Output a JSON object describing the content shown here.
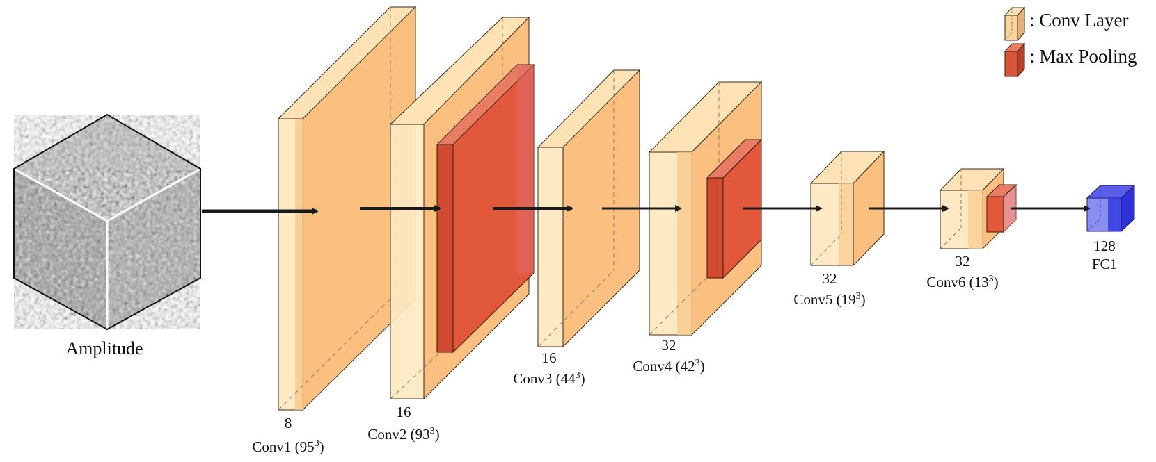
{
  "input": {
    "label": "Amplitude"
  },
  "layers": [
    {
      "id": "conv1",
      "channels": "8",
      "name": "Conv1",
      "size": "95",
      "exp": "3"
    },
    {
      "id": "conv2",
      "channels": "16",
      "name": "Conv2",
      "size": "93",
      "exp": "3"
    },
    {
      "id": "conv3",
      "channels": "16",
      "name": "Conv3",
      "size": "44",
      "exp": "3"
    },
    {
      "id": "conv4",
      "channels": "32",
      "name": "Conv4",
      "size": "42",
      "exp": "3"
    },
    {
      "id": "conv5",
      "channels": "32",
      "name": "Conv5",
      "size": "19",
      "exp": "3"
    },
    {
      "id": "conv6",
      "channels": "32",
      "name": "Conv6",
      "size": "13",
      "exp": "3"
    },
    {
      "id": "fc1",
      "channels": "128",
      "name": "FC1"
    }
  ],
  "legend": [
    {
      "key": "conv",
      "label": ": Conv Layer"
    },
    {
      "key": "pool",
      "label": ": Max Pooling"
    }
  ],
  "colors": {
    "conv_light": "#fde9c3",
    "conv_mid": "#fcd9a0",
    "conv_face": "#fbc07f",
    "conv_top": "#fdd9a6",
    "pool_face": "#e2583a",
    "pool_side": "#cf4a30",
    "pool_top": "#e97d62",
    "fc_front": "#8a8ef0",
    "fc_side": "#2e32d8",
    "fc_top": "#5a5ee8",
    "arrow": "#1a1a1a",
    "edge": "#3a2a1a"
  }
}
